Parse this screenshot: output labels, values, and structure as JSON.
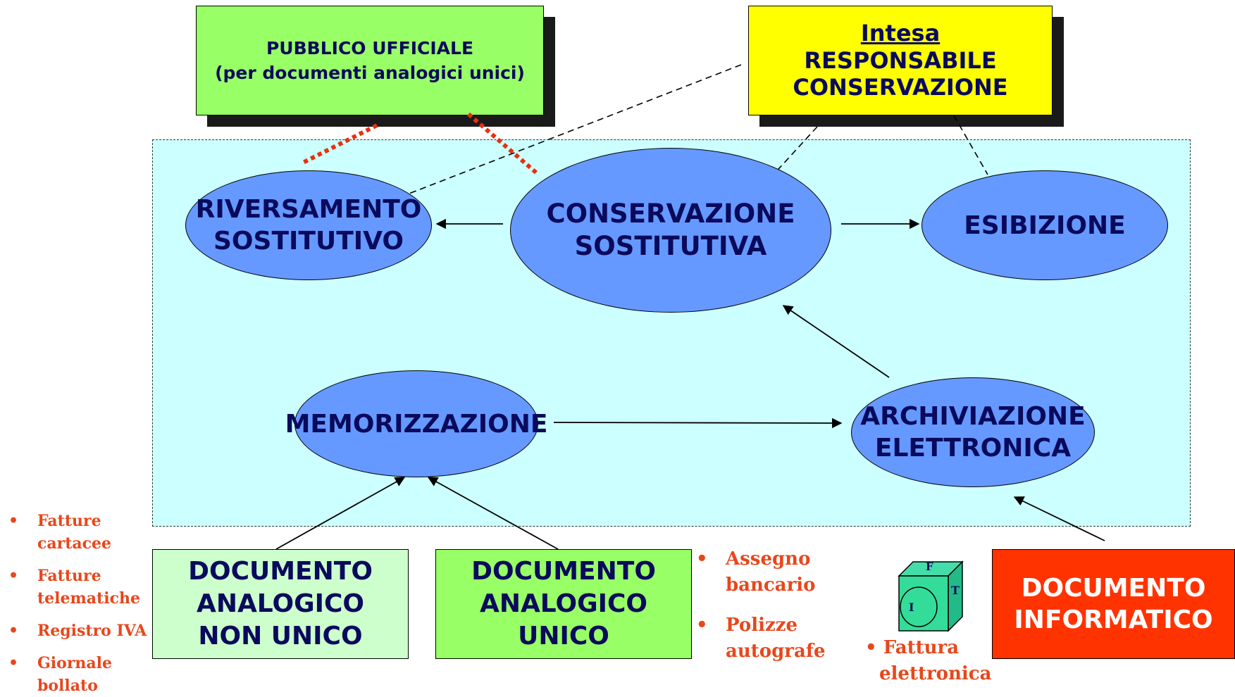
{
  "top_left_box": {
    "line1": "PUBBLICO UFFICIALE",
    "line2": "(per documenti analogici unici)"
  },
  "top_right_box": {
    "heading": "Intesa",
    "line1": "RESPONSABILE",
    "line2": "CONSERVAZIONE"
  },
  "ellipses": {
    "riversamento": {
      "line1": "RIVERSAMENTO",
      "line2": "SOSTITUTIVO"
    },
    "conservazione": {
      "line1": "CONSERVAZIONE",
      "line2": "SOSTITUTIVA"
    },
    "esibizione": {
      "line1": "ESIBIZIONE"
    },
    "memorizzazione": {
      "line1": "MEMORIZZAZIONE"
    },
    "archiviazione": {
      "line1": "ARCHIVIAZIONE",
      "line2": "ELETTRONICA"
    }
  },
  "bottom_boxes": {
    "non_unico": {
      "line1": "DOCUMENTO",
      "line2": "ANALOGICO",
      "line3": "NON UNICO"
    },
    "unico": {
      "line1": "DOCUMENTO",
      "line2": "ANALOGICO",
      "line3": "UNICO"
    },
    "informatico": {
      "line1": "DOCUMENTO",
      "line2": "INFORMATICO"
    }
  },
  "left_list": {
    "bullet": "•",
    "items": [
      {
        "line1": "Fatture",
        "line2": "cartacee"
      },
      {
        "line1": "Fatture",
        "line2": "telematiche"
      },
      {
        "line1": "Registro IVA",
        "line2": ""
      },
      {
        "line1": "Giornale",
        "line2": "bollato"
      }
    ]
  },
  "middle_list": {
    "bullet": "•",
    "items": [
      {
        "line1": "Assegno",
        "line2": "bancario"
      },
      {
        "line1": "Polizze",
        "line2": "autografe"
      }
    ]
  },
  "cube": {
    "face_top": "F",
    "face_right": "T",
    "face_front": "I",
    "caption_bullet": "•",
    "caption_line1": "Fattura",
    "caption_line2": "elettronica"
  },
  "colors": {
    "region_bg": "#ccffff",
    "ellipse_fill": "#6699ff",
    "ellipse_text": "#0a0a5c",
    "green_box": "#99ff66",
    "light_green_box": "#ccffcc",
    "yellow_box": "#ffff00",
    "red_box": "#ff3300",
    "bullet_text": "#e8471c",
    "cube_fill": "#33ddaa"
  }
}
